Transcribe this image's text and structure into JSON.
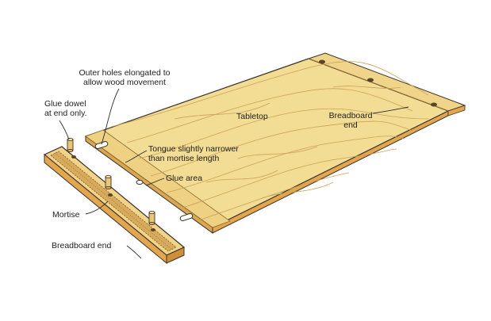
{
  "labels": {
    "outer_holes_line1": "Outer holes elongated to",
    "outer_holes_line2": "allow wood movement",
    "glue_dowel_line1": "Glue dowel",
    "glue_dowel_line2": "at end only.",
    "tabletop": "Tabletop",
    "breadboard_end_right_line1": "Breadboard",
    "breadboard_end_right_line2": "end",
    "tongue_line1": "Tongue slightly narrower",
    "tongue_line2": "than mortise length",
    "glue_area": "Glue area",
    "mortise": "Mortise",
    "breadboard_end_bottom": "Breadboard end"
  },
  "colors": {
    "wood_light": "#f3dc93",
    "wood_mid": "#e9c777",
    "wood_dark": "#c99a47",
    "edge_orange": "#e2a64f",
    "outline": "#3a3026",
    "leader": "#2b2b2b"
  }
}
